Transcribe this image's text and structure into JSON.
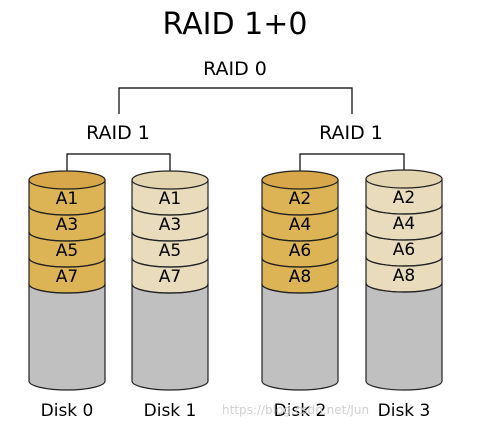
{
  "title": "RAID 1+0",
  "top_label": "RAID 0",
  "groups": [
    {
      "label": "RAID 1"
    },
    {
      "label": "RAID 1"
    }
  ],
  "colors": {
    "gold": "#ddb455",
    "gold_top": "#d7a74a",
    "cream": "#e9dcbd",
    "cream_top": "#e3d5b0",
    "grey": "#c0c0c0",
    "outline": "#222222"
  },
  "disks": [
    {
      "name": "Disk 0",
      "color": "gold",
      "blocks": [
        "A1",
        "A3",
        "A5",
        "A7"
      ]
    },
    {
      "name": "Disk 1",
      "color": "cream",
      "blocks": [
        "A1",
        "A3",
        "A5",
        "A7"
      ]
    },
    {
      "name": "Disk 2",
      "color": "gold",
      "blocks": [
        "A2",
        "A4",
        "A6",
        "A8"
      ]
    },
    {
      "name": "Disk 3",
      "color": "cream",
      "blocks": [
        "A2",
        "A4",
        "A6",
        "A8"
      ]
    }
  ],
  "watermark": "https://blog.csdn.net/Jun"
}
